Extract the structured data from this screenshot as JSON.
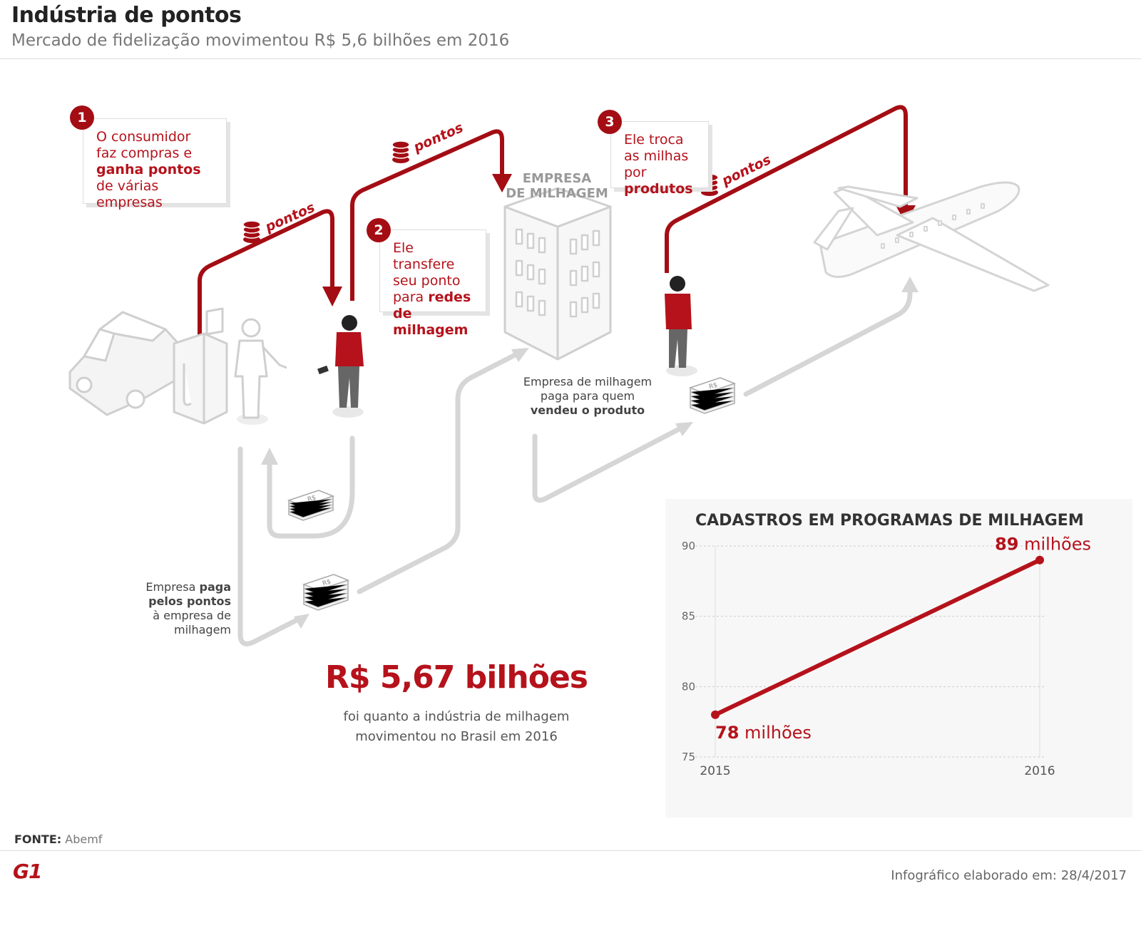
{
  "header": {
    "title": "Indústria de pontos",
    "subtitle": "Mercado de fidelização movimentou R$ 5,6 bilhões em 2016"
  },
  "steps": [
    {
      "number": "1",
      "parts": [
        {
          "text": "O consumidor faz compras e ",
          "bold": false
        },
        {
          "text": "ganha pontos",
          "bold": true
        },
        {
          "text": " de várias empresas",
          "bold": false
        }
      ]
    },
    {
      "number": "2",
      "parts": [
        {
          "text": "Ele transfere seu ponto para ",
          "bold": false
        },
        {
          "text": "redes de milhagem",
          "bold": true
        }
      ]
    },
    {
      "number": "3",
      "parts": [
        {
          "text": "Ele troca as milhas por ",
          "bold": false
        },
        {
          "text": "produtos",
          "bold": true
        }
      ]
    }
  ],
  "flow": {
    "points_label": "pontos",
    "building_label_line1": "EMPRESA",
    "building_label_line2": "DE MILHAGEM",
    "money_symbol": "R$",
    "caption_company_pays": {
      "parts": [
        {
          "text": "Empresa ",
          "bold": false
        },
        {
          "text": "paga pelos pontos",
          "bold": true
        },
        {
          "text": " à empresa de milhagem",
          "bold": false
        }
      ]
    },
    "caption_mileage_pays": {
      "parts": [
        {
          "text": "Empresa de milhagem paga para quem ",
          "bold": false
        },
        {
          "text": "vendeu o produto",
          "bold": true
        }
      ]
    }
  },
  "highlight": {
    "value": "R$ 5,67 bilhões",
    "caption_line1": "foi quanto a indústria de milhagem",
    "caption_line2": "movimentou no Brasil em 2016"
  },
  "chart_data": {
    "type": "line",
    "title": "CADASTROS EM PROGRAMAS DE MILHAGEM",
    "x": [
      "2015",
      "2016"
    ],
    "series": [
      {
        "values": [
          78,
          89
        ]
      }
    ],
    "data_labels": [
      {
        "number": "78",
        "unit": " milhões"
      },
      {
        "number": "89",
        "unit": " milhões"
      }
    ],
    "ylim": [
      75,
      90
    ],
    "yticks": [
      75,
      80,
      85,
      90
    ],
    "grid": true,
    "color": "#b5121b"
  },
  "footer": {
    "source_label": "FONTE:",
    "source_value": "Abemf",
    "logo": "G1",
    "credit": "Infográfico elaborado em: 28/4/2017"
  },
  "colors": {
    "accent": "#b5121b",
    "accent_dark": "#a40d14",
    "gray_flow": "#d6d6d6",
    "gray_line": "#cfcfcf"
  }
}
